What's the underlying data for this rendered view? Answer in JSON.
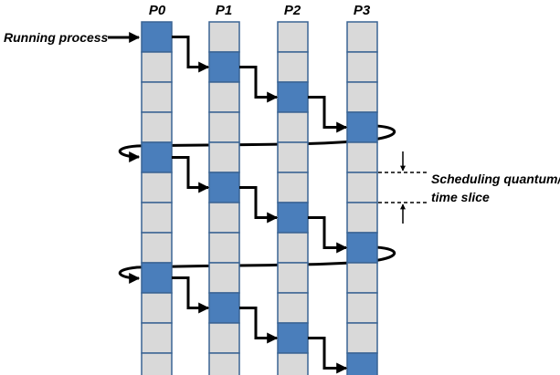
{
  "processes": [
    "P0",
    "P1",
    "P2",
    "P3"
  ],
  "running_label": "Running process",
  "quantum_label_line1": "Scheduling quantum/",
  "quantum_label_line2": "time slice",
  "colors": {
    "active": "#4a7ebb",
    "idle": "#d9d9d9",
    "border": "#3a6494",
    "arrow": "#000000"
  }
}
